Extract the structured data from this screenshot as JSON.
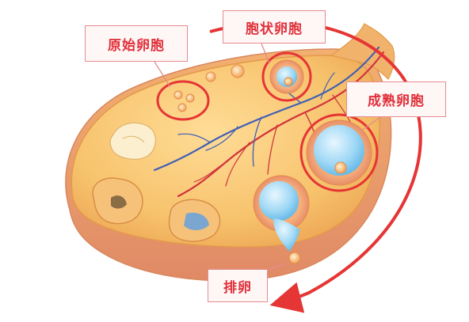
{
  "labels": {
    "primordial": "原始卵胞",
    "antral": "胞状卵胞",
    "mature": "成熟卵胞",
    "ovulation": "排卵"
  },
  "colors": {
    "ovary": "#f7c36d",
    "ovary_edge": "#e39a4a",
    "label_text": "#e0303a",
    "label_border": "#e58c90",
    "highlight_ring": "#e53535",
    "arrow": "#e53535",
    "vein": "#3f5fb5",
    "artery": "#d0343c",
    "fluid": "#8fd0f2"
  }
}
